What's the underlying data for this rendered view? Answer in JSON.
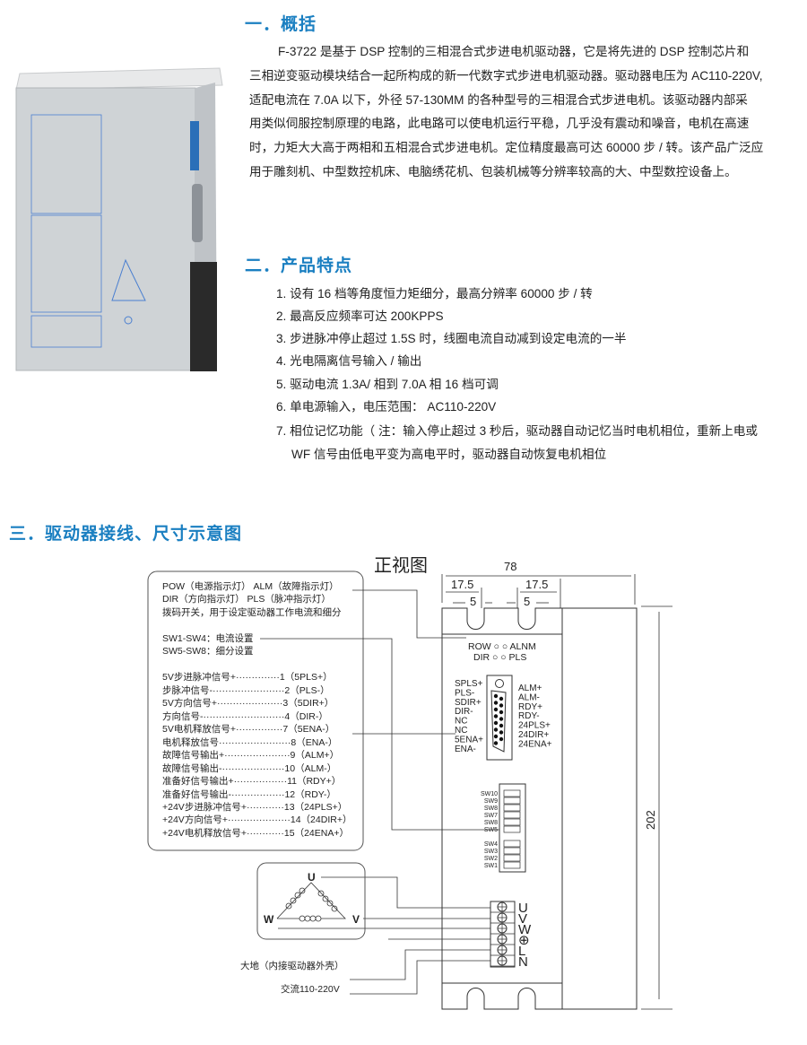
{
  "section1": {
    "title": "一．概括",
    "lines": [
      "F-3722 是基于 DSP 控制的三相混合式步进电机驱动器，它是将先进的 DSP 控制芯片和",
      "三相逆变驱动模块结合一起所构成的新一代数字式步进电机驱动器。驱动器电压为 AC110-220V,",
      "适配电流在 7.0A 以下，外径 57-130MM 的各种型号的三相混合式步进电机。该驱动器内部采",
      "用类似伺服控制原理的电路，此电路可以使电机运行平稳，几乎没有震动和噪音，电机在高速",
      "时，力矩大大高于两相和五相混合式步进电机。定位精度最高可达 60000 步 / 转。该产品广泛应",
      "用于雕刻机、中型数控机床、电脑绣花机、包装机械等分辨率较高的大、中型数控设备上。"
    ]
  },
  "section2": {
    "title": "二．产品特点",
    "lines": [
      "1. 设有 16 档等角度恒力矩细分，最高分辨率 60000 步 / 转",
      "2. 最高反应频率可达 200KPPS",
      "3. 步进脉冲停止超过 1.5S 时，线圈电流自动减到设定电流的一半",
      "4. 光电隔离信号输入 / 输出",
      "5. 驱动电流 1.3A/ 相到 7.0A 相 16 档可调",
      "6. 单电源输入，电压范围： AC110-220V",
      "7. 相位记忆功能（ 注：输入停止超过 3 秒后，驱动器自动记忆当时电机相位，重新上电或",
      "WF 信号由低电平变为高电平时，驱动器自动恢复电机相位"
    ]
  },
  "section3": {
    "title": "三．驱动器接线、尺寸示意图",
    "view_title": "正视图",
    "legend_lines": [
      "POW（电源指示灯）  ALM（故障指示灯）",
      "DIR（方向指示灯）    PLS（脉冲指示灯）",
      "拨码开关，用于设定驱动器工作电流和细分",
      "SW1-SW4：电流设置",
      "SW5-SW8：细分设置",
      "5V步进脉冲信号+··············1（5PLS+）",
      "步脉冲信号-·······················2（PLS-）",
      "5V方向信号+·····················3（5DIR+）",
      "方向信号-··························4（DIR-）",
      "5V电机释放信号+···············7（5ENA-）",
      "电机释放信号·······················8（ENA-）",
      "故障信号输出+·····················9（ALM+）",
      "故障信号输出-····················10（ALM-）",
      "准备好信号输出+·················11（RDY+）",
      "准备好信号输出-·················12（RDY-）",
      "+24V步进脉冲信号+············13（24PLS+）",
      "+24V方向信号+····················14（24DIR+）",
      "+24V电机释放信号+············15（24ENA+）"
    ],
    "dims": {
      "width": "78",
      "left_offset": "17.5",
      "right_offset": "17.5",
      "slot_left": "5",
      "slot_right": "5",
      "height": "202"
    },
    "leds": {
      "row1": "ROW ○ ○ ALNM",
      "row2": "DIR ○ ○ PLS"
    },
    "connector_left": [
      "SPLS+",
      "PLS-",
      "SDIR+",
      "DIR-",
      "NC",
      "NC",
      "5ENA+",
      "ENA-"
    ],
    "connector_right": [
      "ALM+",
      "ALM-",
      "RDY+",
      "RDY-",
      "24PLS+",
      "24DIR+",
      "24ENA+"
    ],
    "switches": [
      "SW10",
      "SW9",
      "SW8",
      "SW7",
      "SW8",
      "SW5",
      "SW4",
      "SW3",
      "SW2",
      "SW1"
    ],
    "terminals": [
      "U",
      "V",
      "W",
      "⊕",
      "L",
      "N"
    ],
    "motor": {
      "u": "U",
      "v": "V",
      "w": "W"
    },
    "ground_label": "大地（内接驱动器外壳）",
    "ac_label": "交流110-220V"
  }
}
